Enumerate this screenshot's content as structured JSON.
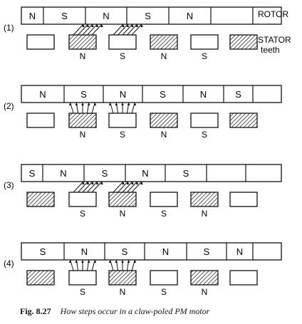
{
  "labels": {
    "rotor": "ROTOR",
    "stator_line1": "STATOR",
    "stator_line2": "teeth"
  },
  "panels": [
    {
      "step_label": "(1)",
      "rotor_poles": [
        "N",
        "S",
        "N",
        "S",
        "N"
      ],
      "stator_teeth": [
        {
          "fill": "plain",
          "pole": ""
        },
        {
          "fill": "hatched",
          "pole": "N"
        },
        {
          "fill": "plain",
          "pole": "S"
        },
        {
          "fill": "hatched",
          "pole": "N"
        },
        {
          "fill": "plain",
          "pole": "S"
        },
        {
          "fill": "hatched",
          "pole": ""
        }
      ]
    },
    {
      "step_label": "(2)",
      "rotor_poles": [
        "N",
        "S",
        "N",
        "S",
        "N",
        "S"
      ],
      "stator_teeth": [
        {
          "fill": "plain",
          "pole": ""
        },
        {
          "fill": "hatched",
          "pole": "N"
        },
        {
          "fill": "plain",
          "pole": "S"
        },
        {
          "fill": "hatched",
          "pole": "N"
        },
        {
          "fill": "plain",
          "pole": "S"
        },
        {
          "fill": "hatched",
          "pole": ""
        }
      ]
    },
    {
      "step_label": "(3)",
      "rotor_poles": [
        "S",
        "N",
        "S",
        "N",
        "S"
      ],
      "stator_teeth": [
        {
          "fill": "hatched",
          "pole": ""
        },
        {
          "fill": "plain",
          "pole": "S"
        },
        {
          "fill": "hatched",
          "pole": "N"
        },
        {
          "fill": "plain",
          "pole": "S"
        },
        {
          "fill": "hatched",
          "pole": "N"
        },
        {
          "fill": "plain",
          "pole": ""
        }
      ]
    },
    {
      "step_label": "(4)",
      "rotor_poles": [
        "S",
        "N",
        "S",
        "N",
        "S",
        "N"
      ],
      "stator_teeth": [
        {
          "fill": "hatched",
          "pole": ""
        },
        {
          "fill": "plain",
          "pole": "S"
        },
        {
          "fill": "hatched",
          "pole": "N"
        },
        {
          "fill": "plain",
          "pole": "S"
        },
        {
          "fill": "hatched",
          "pole": "N"
        },
        {
          "fill": "plain",
          "pole": ""
        }
      ]
    }
  ],
  "caption": {
    "figure_number": "Fig. 8.27",
    "text": "How steps occur in a claw-poled PM motor"
  }
}
